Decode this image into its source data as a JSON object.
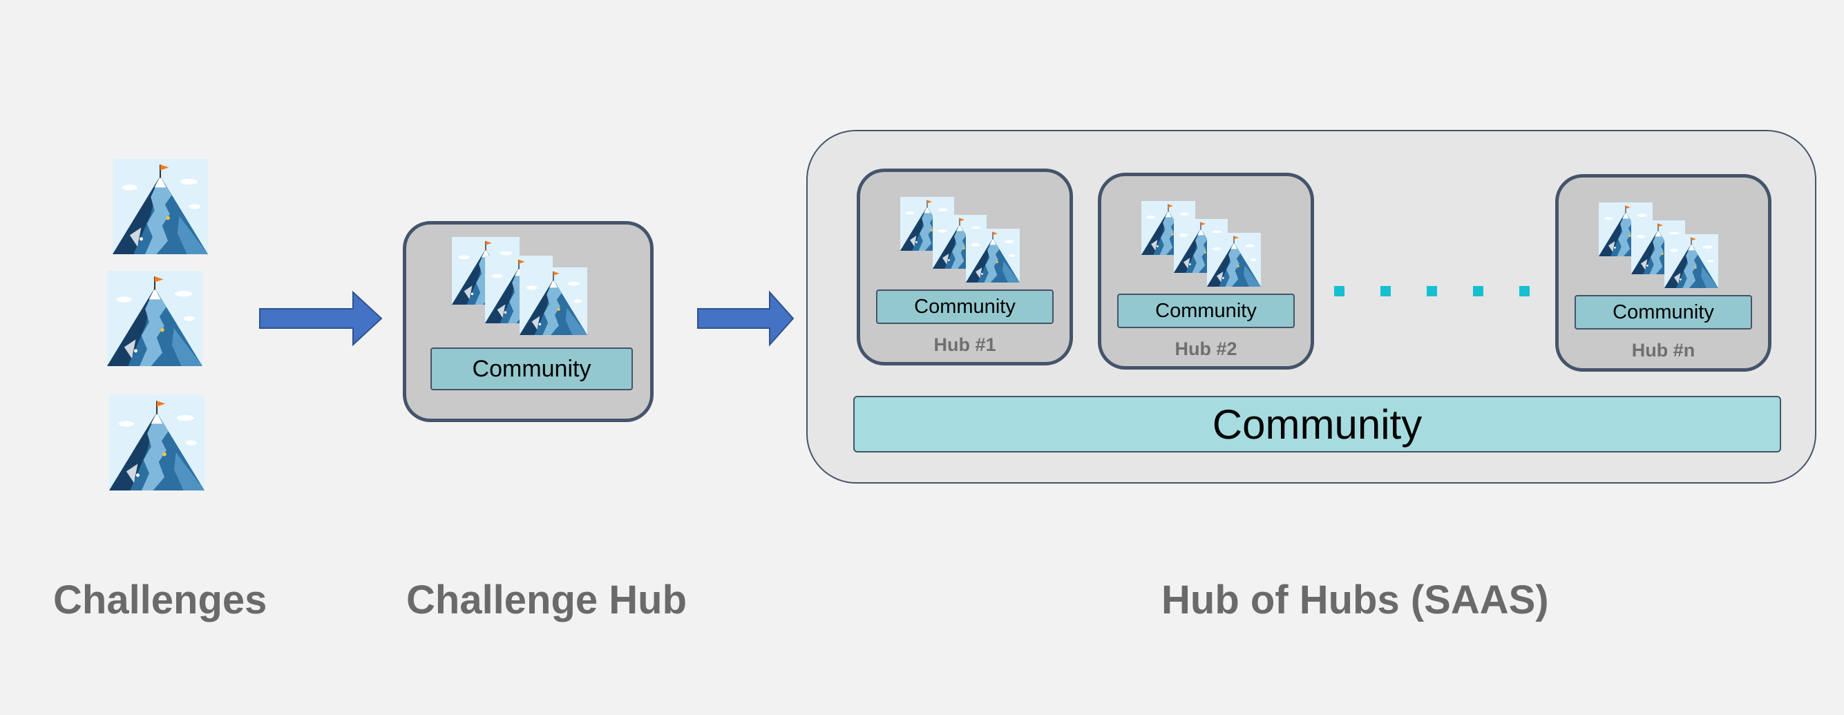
{
  "colors": {
    "background": "#f2f2f2",
    "hub_fill": "#c9c9c9",
    "hub_border": "#44546a",
    "community_small_fill": "#93c8cf",
    "community_big_fill": "#a6dce0",
    "saas_fill": "#e6e6e6",
    "arrow": "#4472c4",
    "dots": "#17c0d0",
    "label_gray": "#6a6a6a"
  },
  "icons": {
    "mountain": "mountain-summit-flag-icon",
    "arrow": "right-arrow-icon"
  },
  "challenge_hub": {
    "community_label": "Community"
  },
  "saas": {
    "hubs": [
      {
        "community_label": "Community",
        "name": "Hub #1"
      },
      {
        "community_label": "Community",
        "name": "Hub #2"
      },
      {
        "community_label": "Community",
        "name": "Hub #n"
      }
    ],
    "community_label": "Community"
  },
  "labels": {
    "challenges": "Challenges",
    "challenge_hub": "Challenge Hub",
    "hub_of_hubs": "Hub of Hubs (SAAS)"
  }
}
